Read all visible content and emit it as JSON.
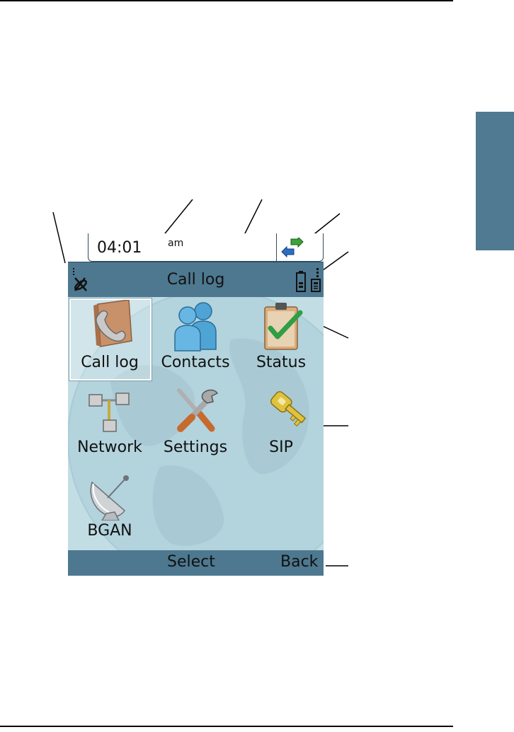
{
  "status_bar": {
    "time": "04:01",
    "ampm": "am"
  },
  "title_bar": {
    "title": "Call log"
  },
  "menu": {
    "items": [
      {
        "label": "Call log",
        "icon": "phone-handset-icon",
        "selected": true
      },
      {
        "label": "Contacts",
        "icon": "contacts-icon",
        "selected": false
      },
      {
        "label": "Status",
        "icon": "clipboard-check-icon",
        "selected": false
      },
      {
        "label": "Network",
        "icon": "network-icon",
        "selected": false
      },
      {
        "label": "Settings",
        "icon": "tools-icon",
        "selected": false
      },
      {
        "label": "SIP",
        "icon": "key-icon",
        "selected": false
      },
      {
        "label": "BGAN",
        "icon": "satellite-dish-icon",
        "selected": false
      }
    ]
  },
  "soft_keys": {
    "left": "Select",
    "right": "Back"
  },
  "colors": {
    "bar": "#4d7890",
    "content_bg": "#c2dde4",
    "side_tab": "#4f7a91"
  }
}
